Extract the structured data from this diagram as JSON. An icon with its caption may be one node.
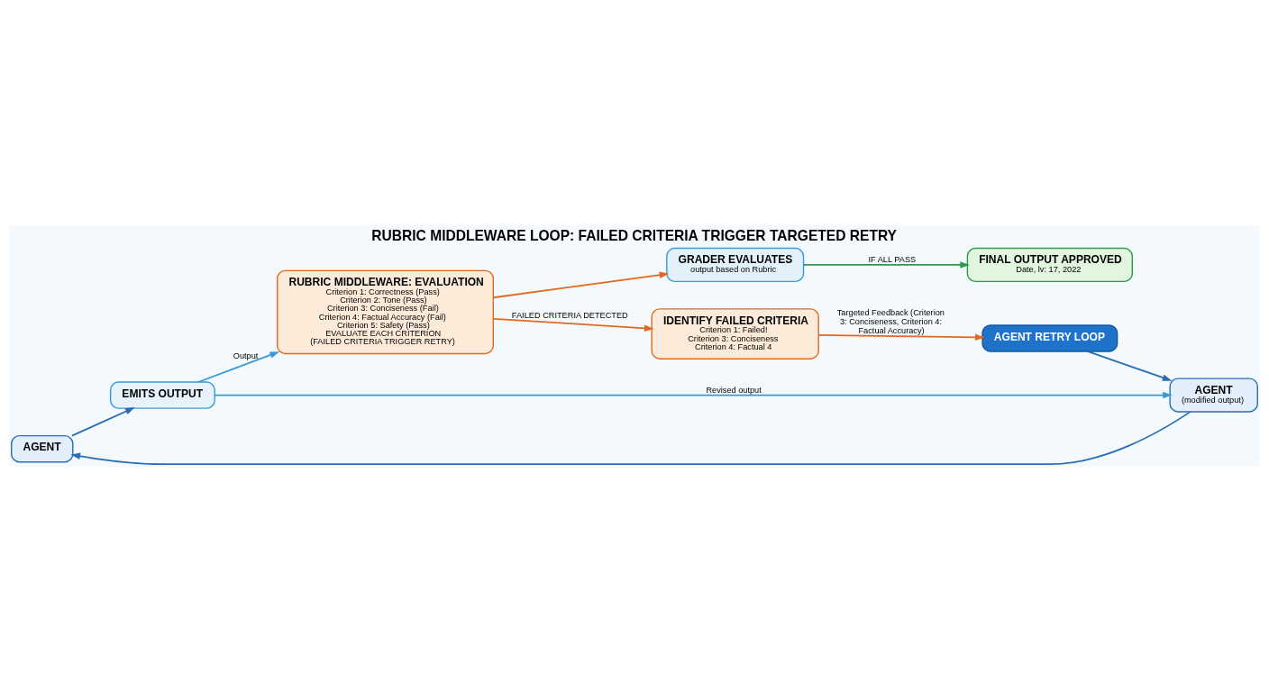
{
  "diagram": {
    "title": "RUBRIC MIDDLEWARE LOOP: FAILED CRITERIA TRIGGER TARGETED RETRY",
    "nodes": [
      {
        "text": [
          "AGENT"
        ]
      },
      {
        "text": [
          "EMITS OUTPUT"
        ]
      },
      {
        "text": [
          "RUBRIC MIDDLEWARE: EVALUATION",
          "Criterion 1: Correctness (Pass)",
          "Criterion 2: Tone (Pass)",
          "Criterion 3: Conciseness (Fail)",
          "Criterion 4: Factual Accuracy (Fail)",
          "Criterion 5: Safety (Pass)",
          "EVALUATE EACH CRITERION",
          "(FAILED CRITERIA TRIGGER RETRY)"
        ]
      },
      {
        "text": [
          "GRADER EVALUATES",
          "output based on Rubric"
        ]
      },
      {
        "text": [
          "FINAL OUTPUT APPROVED",
          "Date, lv: 17, 2022"
        ]
      },
      {
        "text": [
          "IDENTIFY FAILED CRITERIA",
          "Criterion 1: Failed!",
          "Criterion 3: Conciseness",
          "Criterion 4: Factual 4"
        ]
      },
      {
        "text": [
          "AGENT RETRY LOOP"
        ]
      },
      {
        "text": [
          "AGENT",
          "(modified output)"
        ]
      }
    ],
    "edges": [
      {
        "from": 0,
        "to": 1,
        "arrow": "to"
      },
      {
        "from": 1,
        "to": 2,
        "arrow": "to",
        "label": "Output",
        "color": "#3a9ad8"
      },
      {
        "from": 2,
        "to": 3,
        "arrow": "to",
        "color": "#e06a1f"
      },
      {
        "from": 3,
        "to": 4,
        "arrow": "to",
        "label": "IF ALL PASS",
        "color": "#2e9a4a"
      },
      {
        "from": 2,
        "to": 5,
        "arrow": "to",
        "label": "FAILED CRITERIA DETECTED",
        "color": "#e06a1f"
      },
      {
        "from": 5,
        "to": 6,
        "arrow": "to",
        "label": "Targeted Feedback (Criterion 3: Conciseness, Criterion 4: Factual Accuracy)",
        "color": "#e06a1f"
      },
      {
        "from": 6,
        "to": 7,
        "arrow": "to"
      },
      {
        "from": 7,
        "to": 0,
        "arrow": "to"
      },
      {
        "from": 1,
        "to": 7,
        "arrow": "to",
        "label": "Revised output",
        "color": "#3a9ad8"
      }
    ]
  }
}
